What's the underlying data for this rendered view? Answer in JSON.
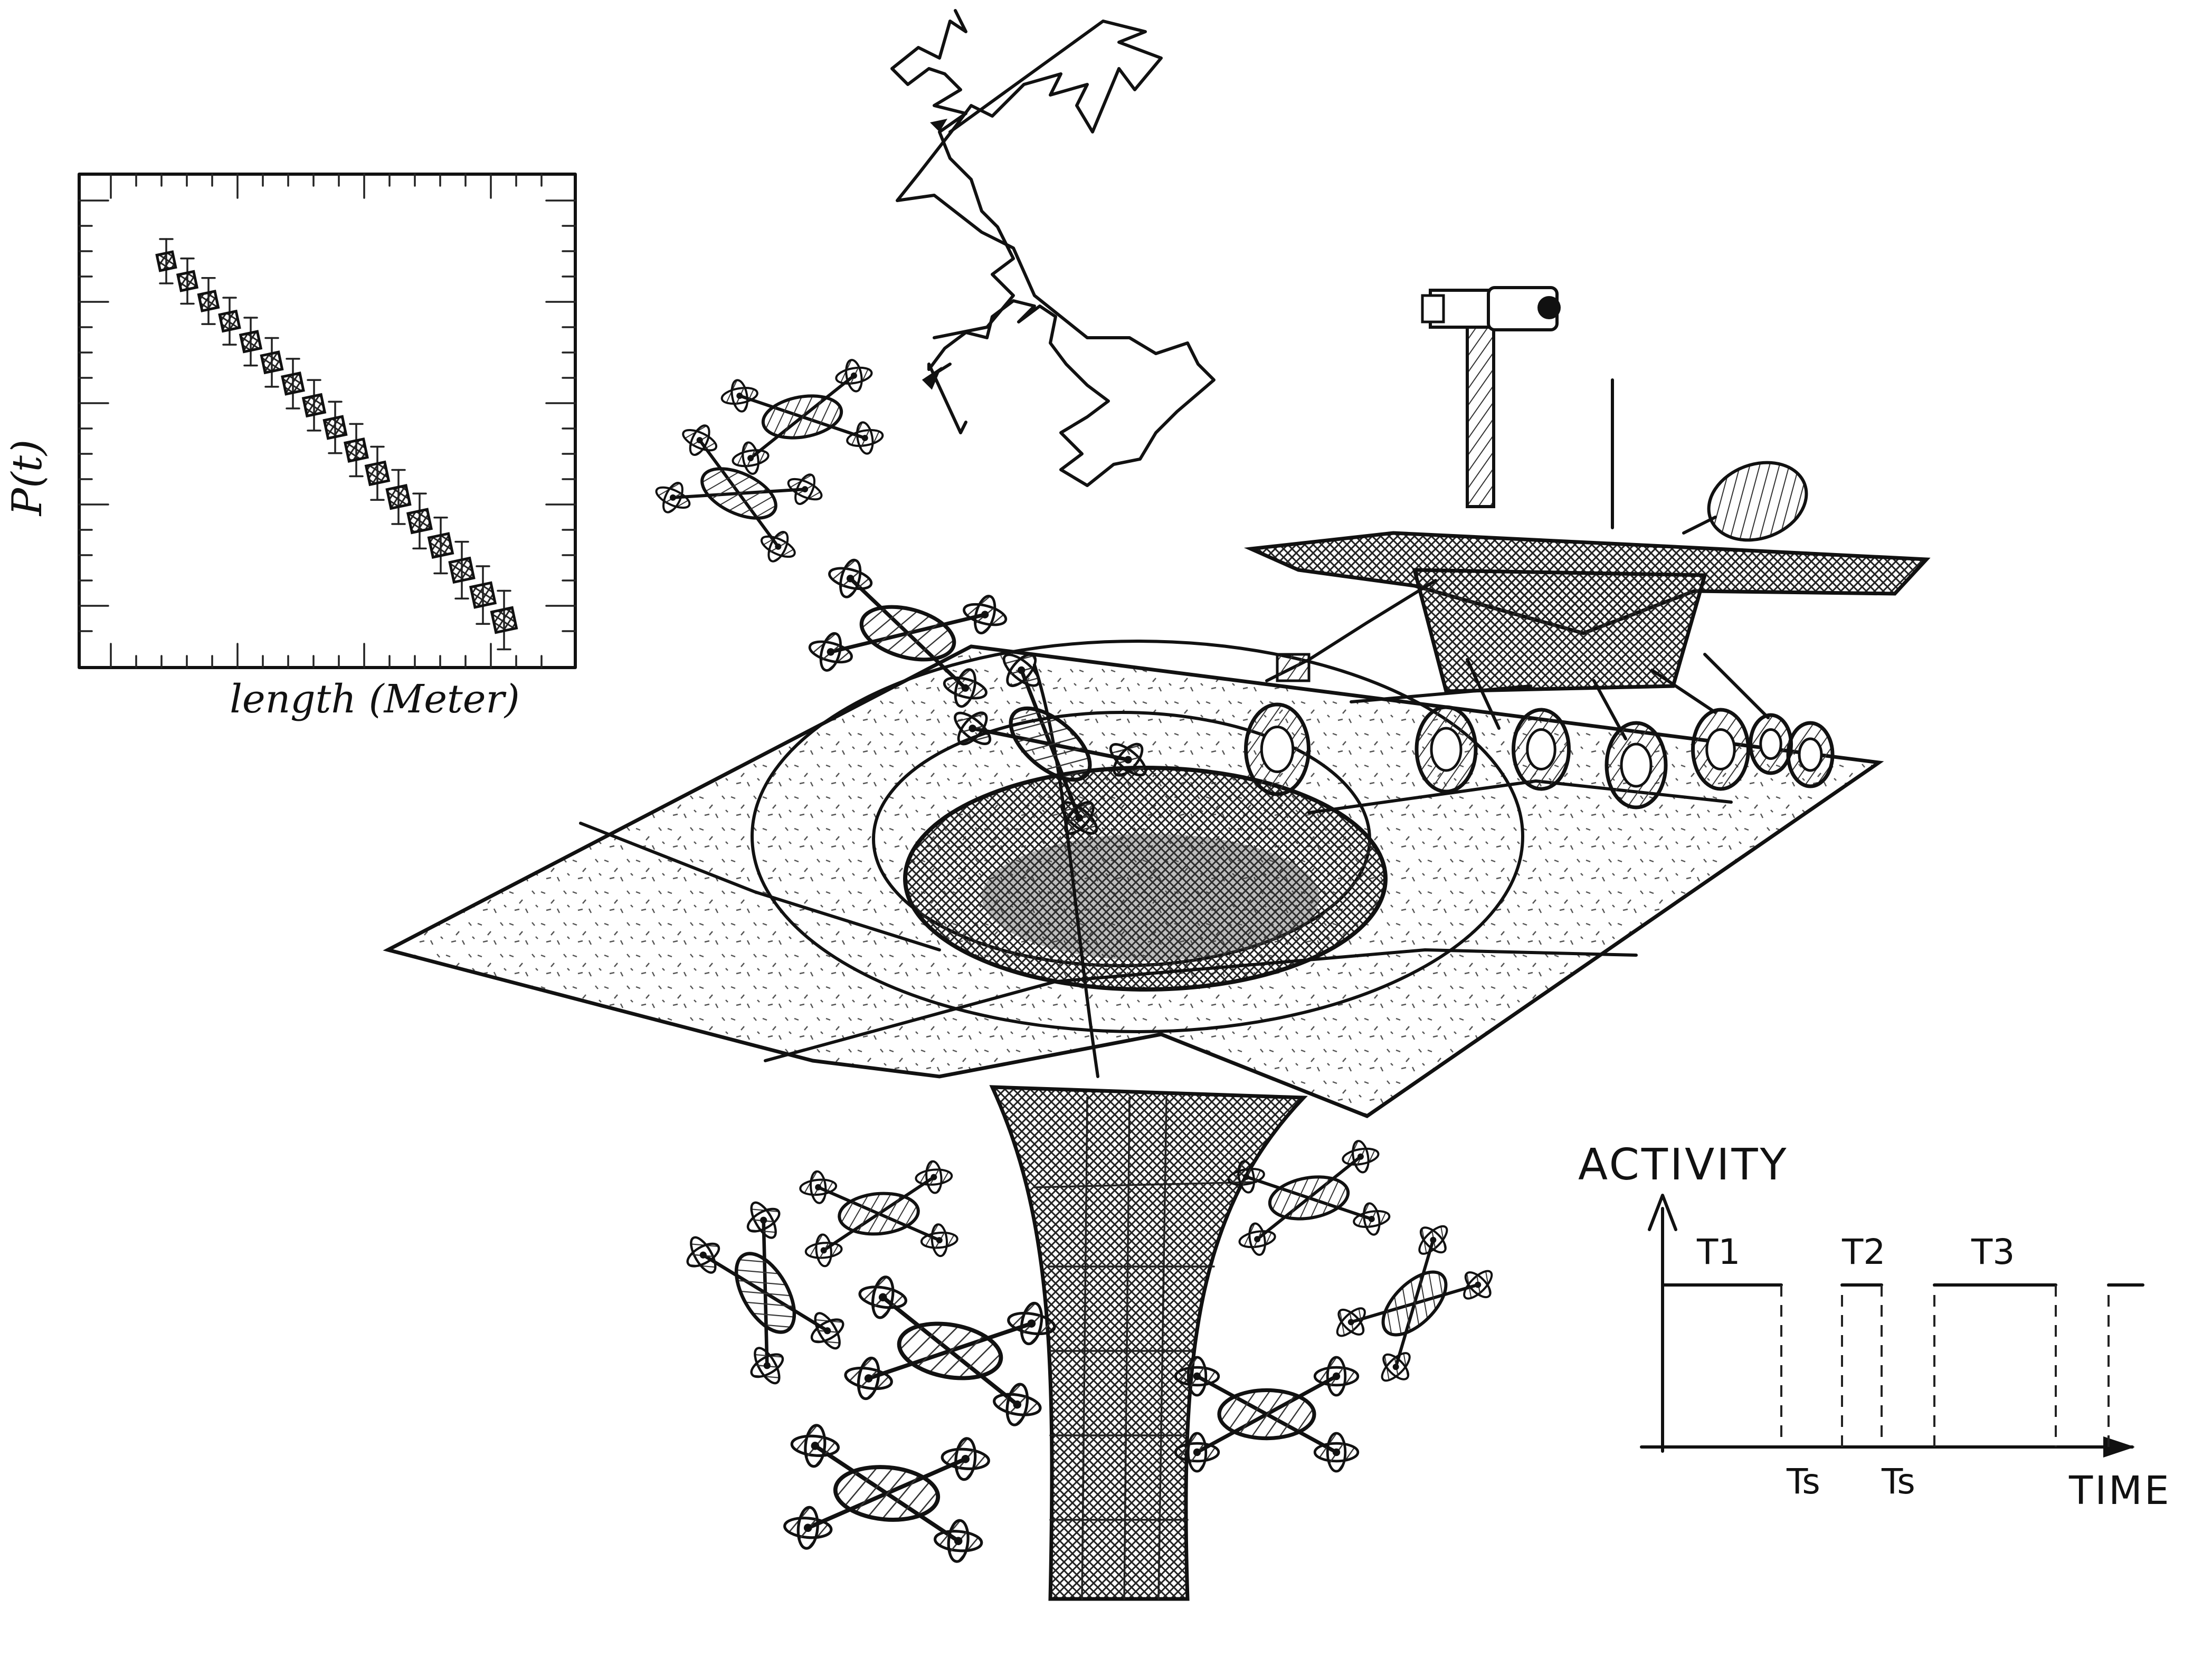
{
  "decay_plot": {
    "ylabel": "P(t)",
    "xlabel": "length (Meter)"
  },
  "activity_plot": {
    "ylabel": "ACTIVITY",
    "xlabel": "TIME",
    "active_labels": [
      "T1",
      "T2",
      "T3"
    ],
    "rest_labels": [
      "Ts",
      "Ts"
    ]
  },
  "illustration": {
    "icons": [
      "rover-icon",
      "drone-icon",
      "funnel-surface",
      "random-walk-path"
    ]
  }
}
